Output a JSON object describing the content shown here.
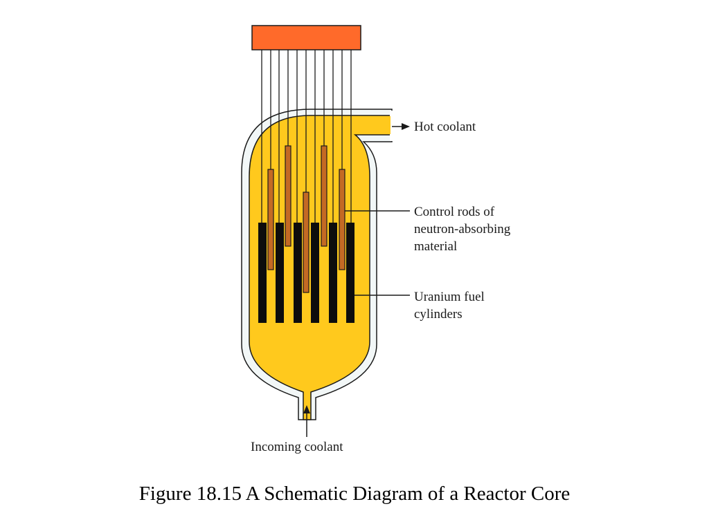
{
  "labels": {
    "hot_coolant": "Hot coolant",
    "control_rods": [
      "Control rods of",
      "neutron-absorbing",
      "material"
    ],
    "fuel": [
      "Uranium fuel",
      "cylinders"
    ],
    "incoming": "Incoming coolant"
  },
  "caption": "Figure 18.15 A Schematic Diagram of a Reactor Core",
  "colors": {
    "drive_block": "#ff6a2a",
    "coolant": "#ffc91d",
    "control_rod": "#c46a24",
    "fuel": "#0d0d0d",
    "vessel_wall": "#f2f7f7",
    "outline": "#1a1a1a"
  },
  "counts": {
    "fuel_cylinders": 6,
    "control_rods": 5,
    "drive_wires": 11
  }
}
